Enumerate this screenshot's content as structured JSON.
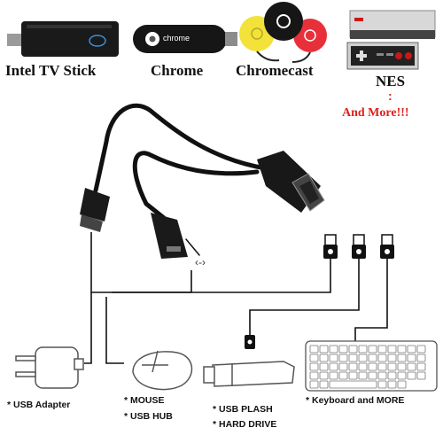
{
  "devices": {
    "intel": {
      "label": "Intel TV Stick"
    },
    "chrome": {
      "label": "Chrome",
      "logo_text": "chrome"
    },
    "chromecast": {
      "label": "Chromecast"
    },
    "nes": {
      "label": "NES",
      "dots": ":",
      "more": "And More!!!"
    }
  },
  "accessories": {
    "adapter": {
      "label": "* USB Adapter"
    },
    "mouse": {
      "line1": "* MOUSE",
      "line2": "* USB HUB"
    },
    "flash": {
      "line1": "* USB PLASH",
      "line2": "* HARD DRIVE"
    },
    "keyboard": {
      "label": "* Keyboard and MORE"
    }
  },
  "colors": {
    "text": "#111111",
    "more_red": "#e0201b",
    "chromecast_yellow": "#f2e23a",
    "chromecast_red": "#e8303a",
    "cable": "#111111",
    "outline": "#666666"
  }
}
